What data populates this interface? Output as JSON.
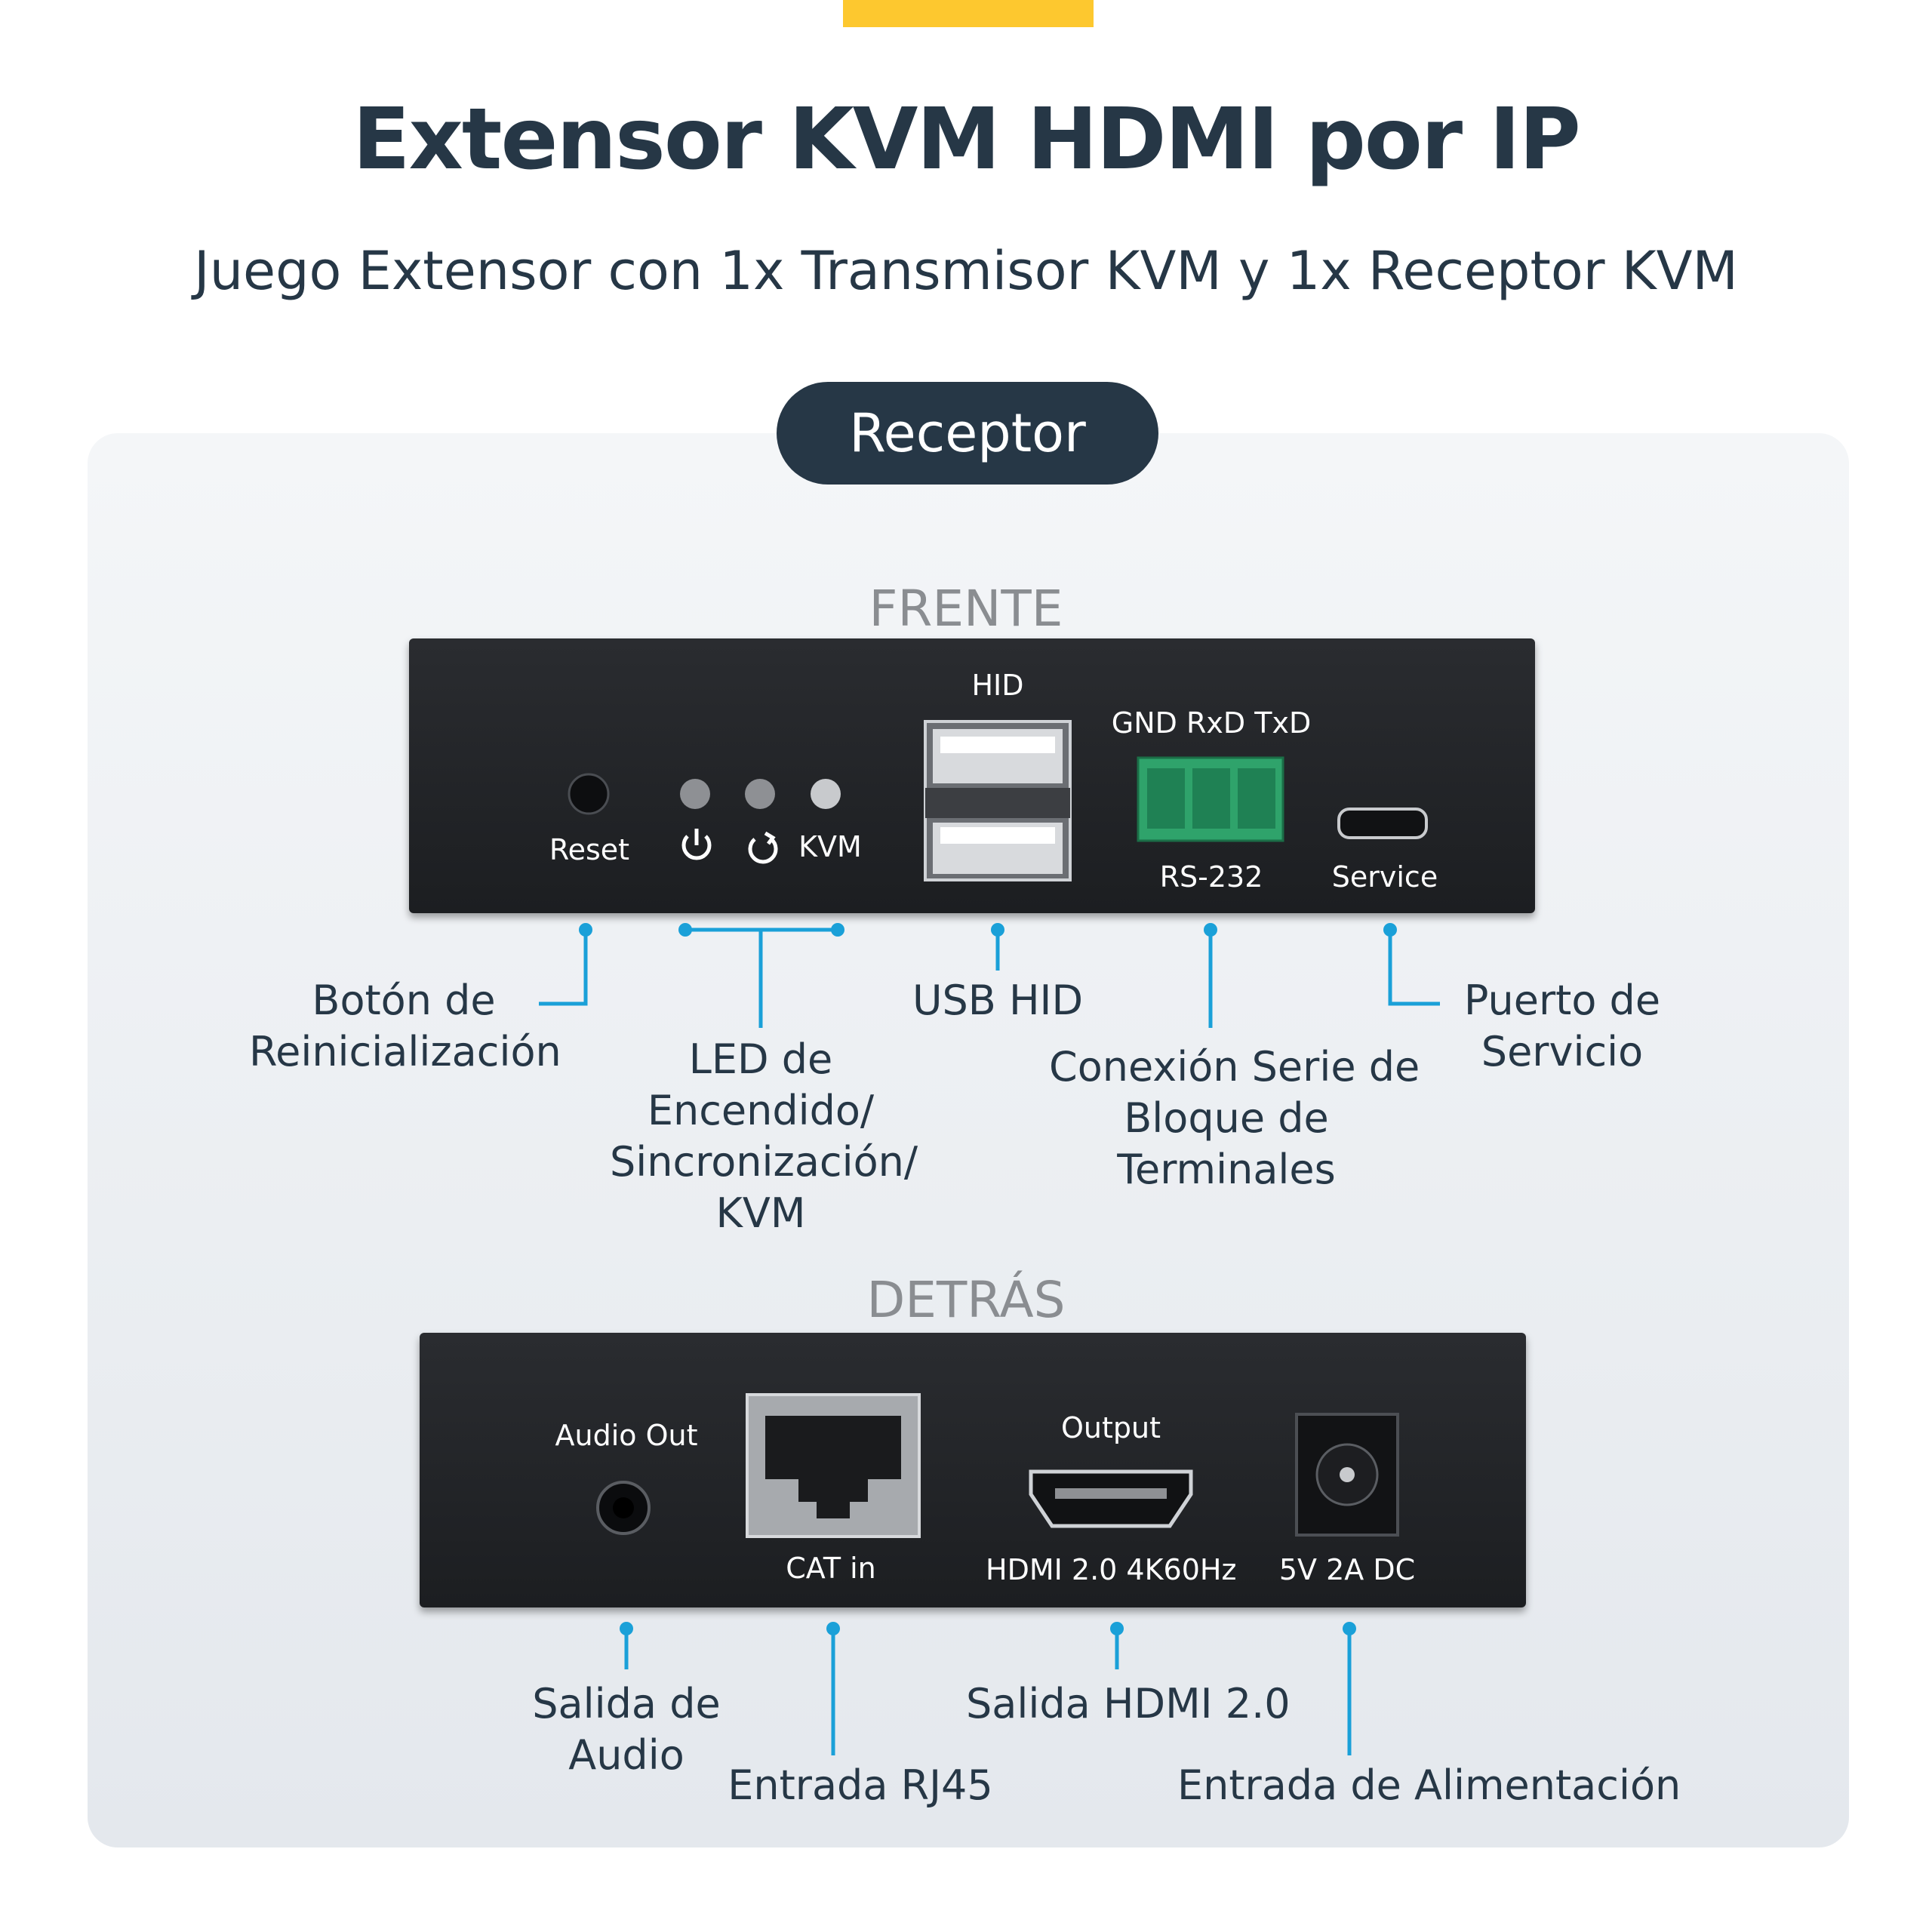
{
  "header": {
    "title": "Extensor KVM HDMI por IP",
    "subtitle": "Juego Extensor con 1x Transmisor KVM y 1x Receptor KVM",
    "badge": "Receptor"
  },
  "front": {
    "section_label": "FRENTE",
    "device_labels": {
      "reset": "Reset",
      "kvm": "KVM",
      "hid": "HID",
      "gnd_rxd_txd": "GND RxD TxD",
      "rs232": "RS-232",
      "service": "Service"
    },
    "callouts": {
      "reset_button": [
        "Botón de",
        "Reinicialización"
      ],
      "leds": [
        "LED de",
        "Encendido/",
        "Sincronización/",
        "KVM"
      ],
      "usb_hid": [
        "USB HID"
      ],
      "serial": [
        "Conexión Serie de",
        "Bloque de",
        "Terminales"
      ],
      "service_port": [
        "Puerto de",
        "Servicio"
      ]
    }
  },
  "back": {
    "section_label": "DETRÁS",
    "device_labels": {
      "audio_out": "Audio Out",
      "cat_in": "CAT in",
      "output": "Output",
      "hdmi": "HDMI 2.0 4K60Hz",
      "power": "5V 2A DC"
    },
    "callouts": {
      "audio": [
        "Salida de",
        "Audio"
      ],
      "rj45": [
        "Entrada RJ45"
      ],
      "hdmi_out": [
        "Salida HDMI 2.0"
      ],
      "power_in": [
        "Entrada de Alimentación"
      ]
    }
  },
  "colors": {
    "accent_blue": "#1aa0d8",
    "dark_navy": "#263746",
    "yellow": "#fdc82f",
    "terminal_green": "#2fa36b"
  }
}
